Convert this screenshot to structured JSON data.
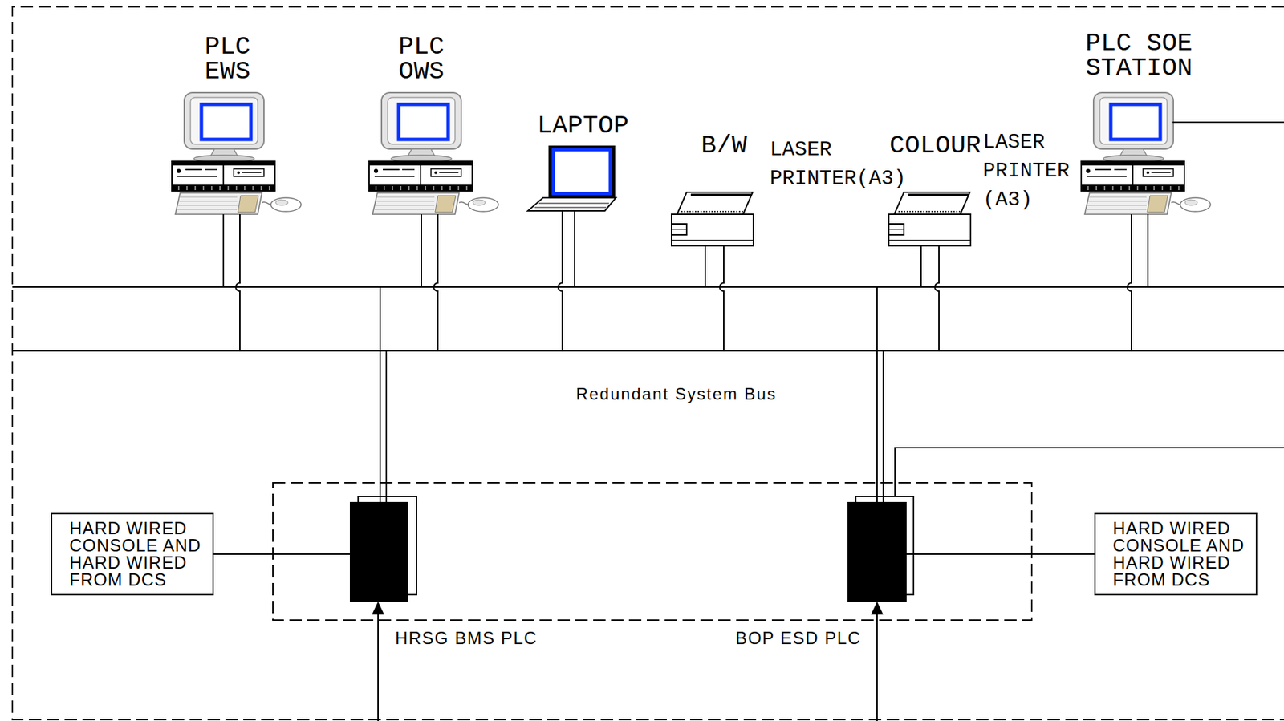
{
  "diagram": {
    "nodes": [
      {
        "text": [
          "PLC EWS"
        ]
      },
      {
        "text": [
          "PLC OWS"
        ]
      },
      {
        "text": [
          "LAPTOP"
        ]
      },
      {
        "text": [
          "B/W",
          "LASER PRINTER(A3)"
        ]
      },
      {
        "text": [
          "COLOUR",
          "LASER PRINTER (A3)"
        ]
      },
      {
        "text": [
          "PLC SOE STATION"
        ]
      },
      {
        "text": [
          "Redundant System Bus"
        ]
      },
      {
        "text": [
          "HARD WIRED CONSOLE AND HARD WIRED FROM DCS"
        ]
      },
      {
        "text": [
          "HRSG BMS PLC"
        ]
      },
      {
        "text": [
          "BOP ESD PLC"
        ]
      },
      {
        "text": [
          "HARD WIRED CONSOLE AND HARD WIRED FROM DCS"
        ]
      }
    ],
    "edges": [
      {
        "from": 0,
        "to": 6,
        "arrow": "none"
      },
      {
        "from": 1,
        "to": 6,
        "arrow": "none"
      },
      {
        "from": 2,
        "to": 6,
        "arrow": "none"
      },
      {
        "from": 3,
        "to": 6,
        "arrow": "none"
      },
      {
        "from": 4,
        "to": 6,
        "arrow": "none"
      },
      {
        "from": 5,
        "to": 6,
        "arrow": "none"
      },
      {
        "from": 6,
        "to": 8,
        "arrow": "none"
      },
      {
        "from": 6,
        "to": 9,
        "arrow": "none"
      },
      {
        "from": 7,
        "to": 8,
        "arrow": "none"
      },
      {
        "from": 9,
        "to": 10,
        "arrow": "none"
      }
    ]
  }
}
